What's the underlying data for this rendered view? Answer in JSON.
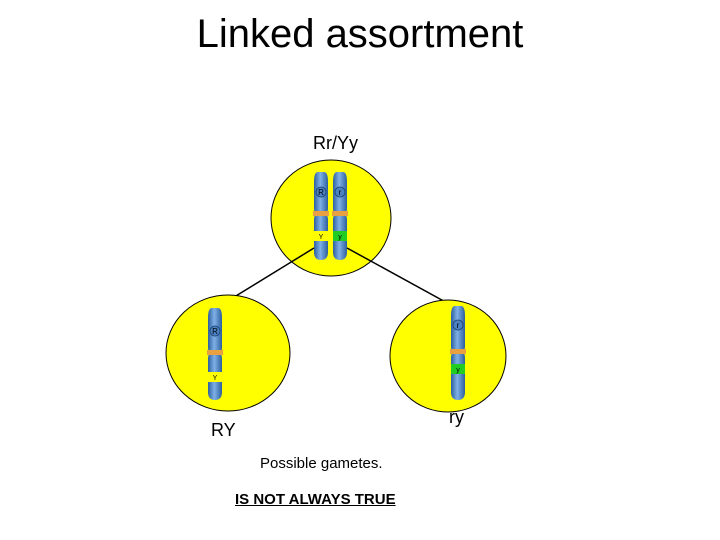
{
  "title": "Linked assortment",
  "parent_cell": {
    "genotype_label": "Rr/Yy",
    "chromosomes": [
      {
        "top_allele": "R",
        "bottom_allele": "Y"
      },
      {
        "top_allele": "r",
        "bottom_allele": "y"
      }
    ]
  },
  "gametes": [
    {
      "label": "RY",
      "chromosome": {
        "top_allele": "R",
        "bottom_allele": "Y"
      }
    },
    {
      "label": "ry",
      "chromosome": {
        "top_allele": "r",
        "bottom_allele": "y"
      }
    }
  ],
  "caption": "Possible gametes.",
  "note": "IS NOT ALWAYS TRUE",
  "colors": {
    "cell_fill": "#ffff00",
    "chromosome": "#4a82c4",
    "centromere": "#e8a040",
    "allele_y_dominant": "#ffff00",
    "allele_y_recessive": "#22cc22"
  }
}
